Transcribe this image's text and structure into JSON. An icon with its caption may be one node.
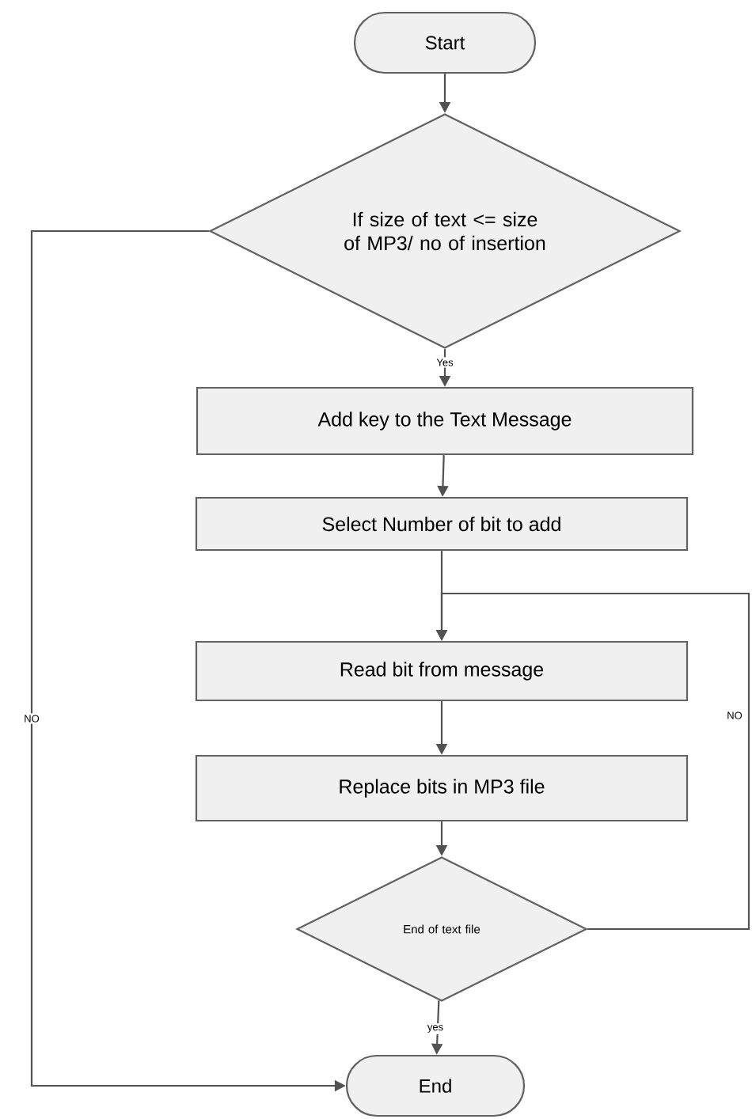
{
  "diagram": {
    "nodes": [
      {
        "text": [
          "Start"
        ]
      },
      {
        "text": [
          "If size of text <= size of MP3/ no of insertion"
        ]
      },
      {
        "text": [
          "Add key to the Text Message"
        ]
      },
      {
        "text": [
          "Select Number of bit to add"
        ]
      },
      {
        "text": [
          "Read bit from message"
        ]
      },
      {
        "text": [
          "Replace bits in MP3 file"
        ]
      },
      {
        "text": [
          "End of text file"
        ]
      },
      {
        "text": [
          "End"
        ]
      }
    ],
    "edges": [
      {
        "from": 0,
        "to": 1,
        "arrow": "to"
      },
      {
        "from": 1,
        "to": 2,
        "arrow": "to",
        "label": "Yes"
      },
      {
        "from": 2,
        "to": 3,
        "arrow": "to"
      },
      {
        "from": 3,
        "to": 4,
        "arrow": "to"
      },
      {
        "from": 4,
        "to": 5,
        "arrow": "to"
      },
      {
        "from": 5,
        "to": 6,
        "arrow": "to"
      },
      {
        "from": 6,
        "to": 7,
        "arrow": "to",
        "label": "yes"
      },
      {
        "from": 1,
        "to": 7,
        "arrow": "to",
        "label": "NO"
      },
      {
        "from": 6,
        "to": 4,
        "arrow": "to",
        "label": "NO"
      }
    ]
  }
}
